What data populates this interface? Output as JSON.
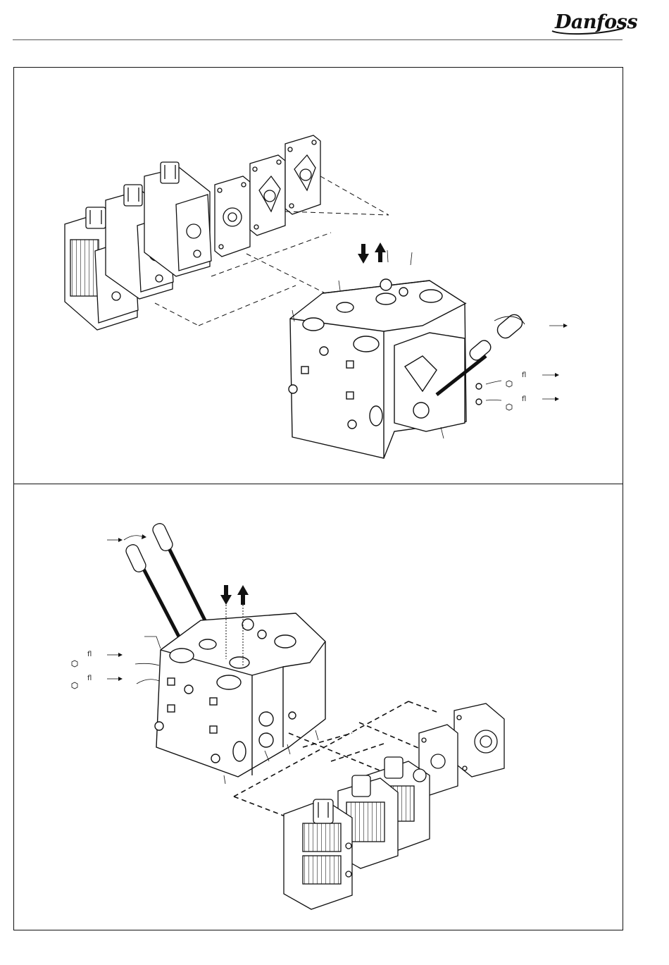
{
  "brand": {
    "logo_text": "Danfoss"
  },
  "figure_top": {
    "labels": {
      "f_upper": "fl",
      "f_lower": "fl"
    }
  },
  "figure_bottom": {
    "labels": {
      "f_upper": "fl",
      "f_lower": "fl"
    }
  }
}
